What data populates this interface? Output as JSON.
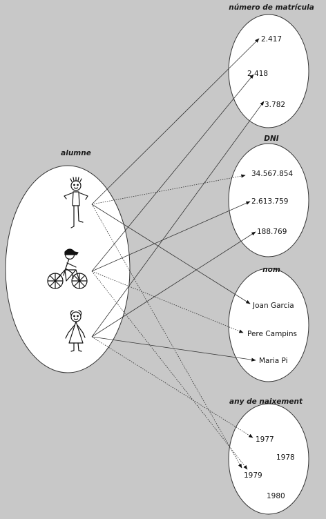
{
  "sets": {
    "alumne": {
      "title": "alumne"
    },
    "matricula": {
      "title": "número de matrícula",
      "values": [
        "2.417",
        "2.418",
        "3.782"
      ]
    },
    "dni": {
      "title": "DNI",
      "values": [
        "34.567.854",
        "2.613.759",
        "188.769"
      ]
    },
    "nom": {
      "title": "nom",
      "values": [
        "Joan Garcia",
        "Pere Campins",
        "Maria Pi"
      ]
    },
    "naixement": {
      "title": "any de naixement",
      "values": [
        "1977",
        "1978",
        "1979",
        "1980"
      ]
    }
  },
  "students": [
    {
      "icon": "boy-icon"
    },
    {
      "icon": "cyclist-icon"
    },
    {
      "icon": "girl-icon"
    }
  ]
}
